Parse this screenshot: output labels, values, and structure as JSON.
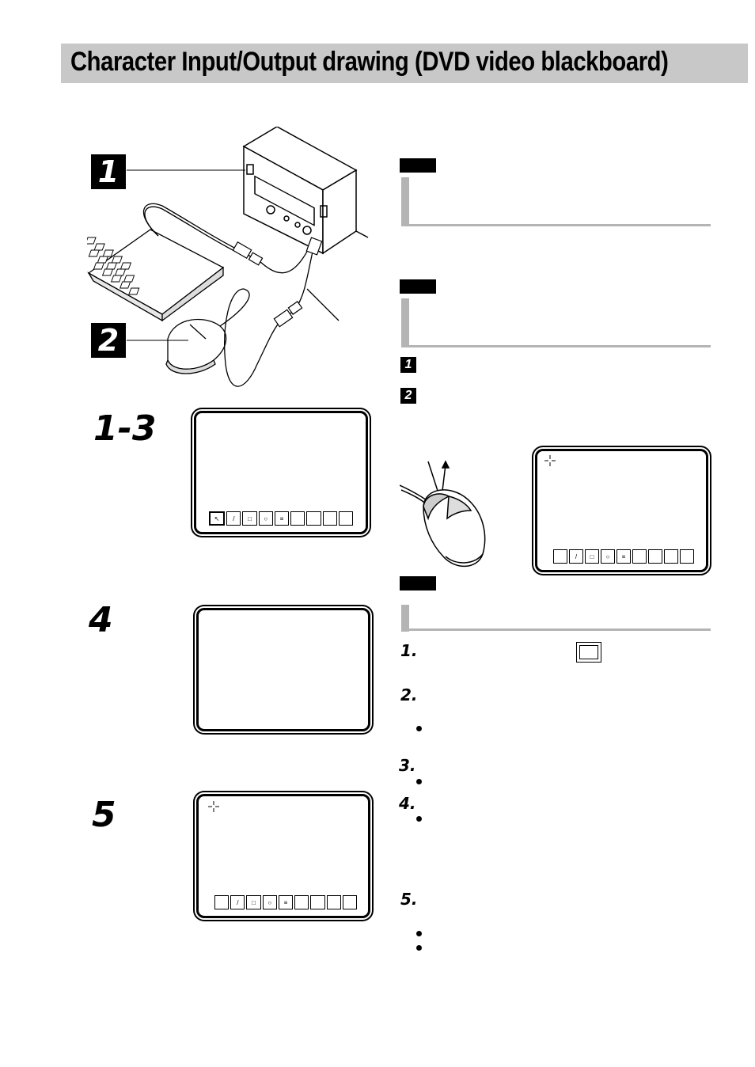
{
  "header": {
    "title": "Character Input/Output drawing (DVD video blackboard)"
  },
  "steps": {
    "fig_callout_1": "1",
    "fig_callout_2": "2",
    "step_1_3": "1-3",
    "step_4": "4",
    "step_5": "5"
  },
  "right": {
    "badge_1": "1",
    "badge_2": "2",
    "list": [
      "1.",
      "2.",
      "3.",
      "4.",
      "5."
    ]
  },
  "screen_a": {
    "toolbar": [
      "↖",
      "/",
      "□",
      "○",
      "≡",
      "",
      "",
      "",
      ""
    ]
  },
  "screen_c": {
    "toolbar": [
      "",
      "/",
      "□",
      "○",
      "≡",
      "",
      "",
      "",
      ""
    ]
  },
  "screen_d": {
    "toolbar": [
      "",
      "/",
      "□",
      "○",
      "≡",
      "",
      "",
      "",
      ""
    ]
  }
}
